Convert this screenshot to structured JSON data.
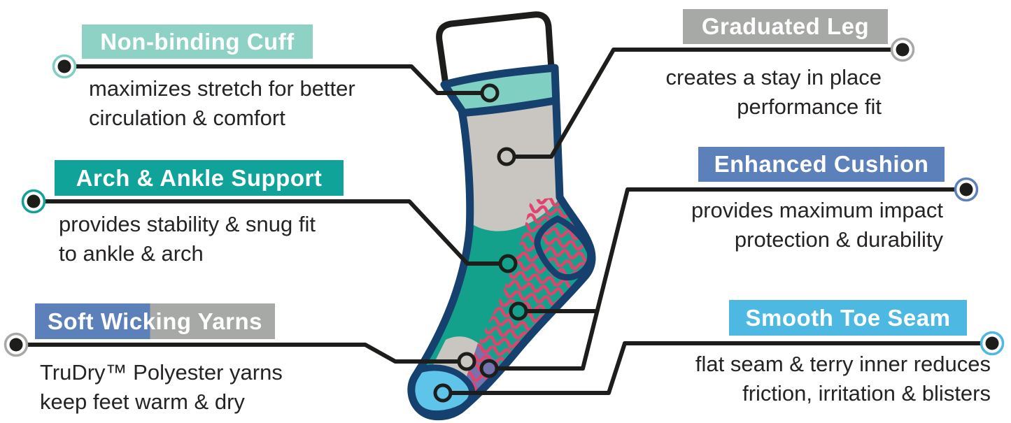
{
  "diagram_type": "sock-feature-infographic",
  "callouts": [
    {
      "id": "non-binding-cuff",
      "title": "Non-binding Cuff",
      "description": "maximizes stretch for better\ncirculation & comfort",
      "box_color": "#8ed1c5",
      "ring_color": "#7fcec2",
      "side": "left"
    },
    {
      "id": "arch-ankle-support",
      "title": "Arch & Ankle Support",
      "description": "provides stability & snug fit\nto ankle & arch",
      "box_color": "#0fa39a",
      "ring_color": "#0fa39a",
      "side": "left"
    },
    {
      "id": "soft-wicking-yarns",
      "title": "Soft Wicking Yarns",
      "description": "TruDry™ Polyester yarns\nkeep feet warm & dry",
      "box_color_left": "#5c80ba",
      "box_color_right": "#a7a9a6",
      "ring_color": "#a7a9a6",
      "side": "left"
    },
    {
      "id": "graduated-leg",
      "title": "Graduated Leg",
      "description": "creates a stay in place\nperformance fit",
      "box_color": "#a7a9a6",
      "ring_color": "#a7a9a6",
      "side": "right"
    },
    {
      "id": "enhanced-cushion",
      "title": "Enhanced Cushion",
      "description": "provides maximum impact\nprotection & durability",
      "box_color": "#5c80ba",
      "ring_color": "#5c80ba",
      "side": "right"
    },
    {
      "id": "smooth-toe-seam",
      "title": "Smooth Toe Seam",
      "description": "flat seam & terry inner reduces\nfriction, irritation & blisters",
      "box_color": "#4db9e2",
      "ring_color": "#4db9e2",
      "side": "right"
    }
  ],
  "sock": {
    "outline_color": "#16406d",
    "opening_outline_color": "#1d1d1b",
    "cuff_color": "#7fcfc2",
    "leg_color": "#c9c6c1",
    "foot_color": "#14a18c",
    "cushion_pattern_color": "#e0446d",
    "ball_zone_color": "#7374ad",
    "toe_color": "#5fc4e9",
    "connector_color": "#1d1d1b"
  }
}
